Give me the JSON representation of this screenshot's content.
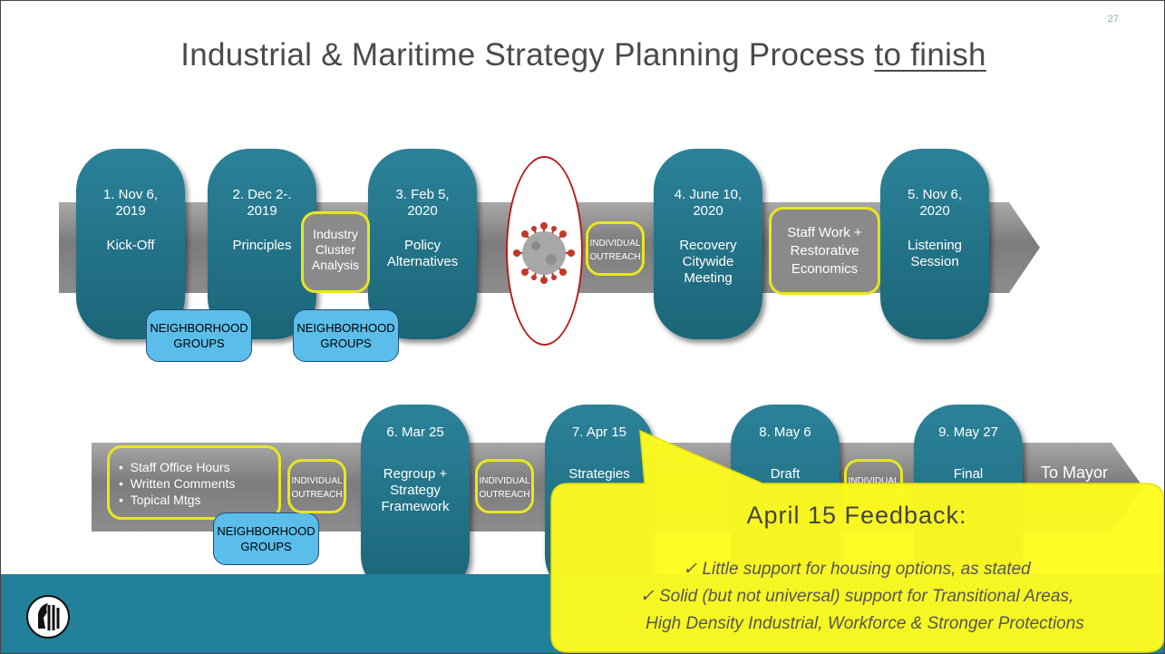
{
  "page_number": "27",
  "title": {
    "main": "Industrial & Maritime Strategy Planning Process ",
    "underlined": "to finish"
  },
  "row1": {
    "milestones": [
      {
        "date": "1. Nov 6, 2019",
        "label": "Kick-Off"
      },
      {
        "date": "2. Dec 2-. 2019",
        "label": "Principles"
      },
      {
        "date": "3. Feb 5, 2020",
        "label": "Policy Alternatives"
      },
      {
        "date": "4. June 10, 2020",
        "label": "Recovery Citywide Meeting"
      },
      {
        "date": "5. Nov 6, 2020",
        "label": "Listening Session"
      }
    ],
    "industry_cluster": "Industry Cluster Analysis",
    "individual_outreach": "INDIVIDUAL OUTREACH",
    "staff_work": "Staff Work + Restorative Economics",
    "neighborhood_groups": [
      "NEIGHBORHOOD GROUPS",
      "NEIGHBORHOOD GROUPS"
    ]
  },
  "row2": {
    "staff_list": [
      "Staff Office Hours",
      "Written Comments",
      "Topical Mtgs"
    ],
    "individual_outreach": [
      "INDIVIDUAL OUTREACH",
      "INDIVIDUAL OUTREACH",
      "INDIVIDUAL"
    ],
    "neighborhood_groups": "NEIGHBORHOOD GROUPS",
    "milestones": [
      {
        "date": "6. Mar 25",
        "label": "Regroup + Strategy Framework"
      },
      {
        "date": "7. Apr 15",
        "label": "Strategies"
      },
      {
        "date": "8. May 6",
        "label": "Draft"
      },
      {
        "date": "9. May 27",
        "label": "Final"
      }
    ],
    "to_mayor": "To Mayor"
  },
  "feedback": {
    "title": "April 15 Feedback:",
    "items": [
      "Little support for housing options, as stated",
      "Solid (but not universal) support for Transitional Areas,",
      "High Density Industrial, Workforce & Stronger Protections"
    ]
  },
  "colors": {
    "pill": "#1f6e82",
    "neighborhood": "#5bbde9",
    "highlight": "#e9e61f",
    "callout": "#fffb1f",
    "footer": "#23809b"
  }
}
